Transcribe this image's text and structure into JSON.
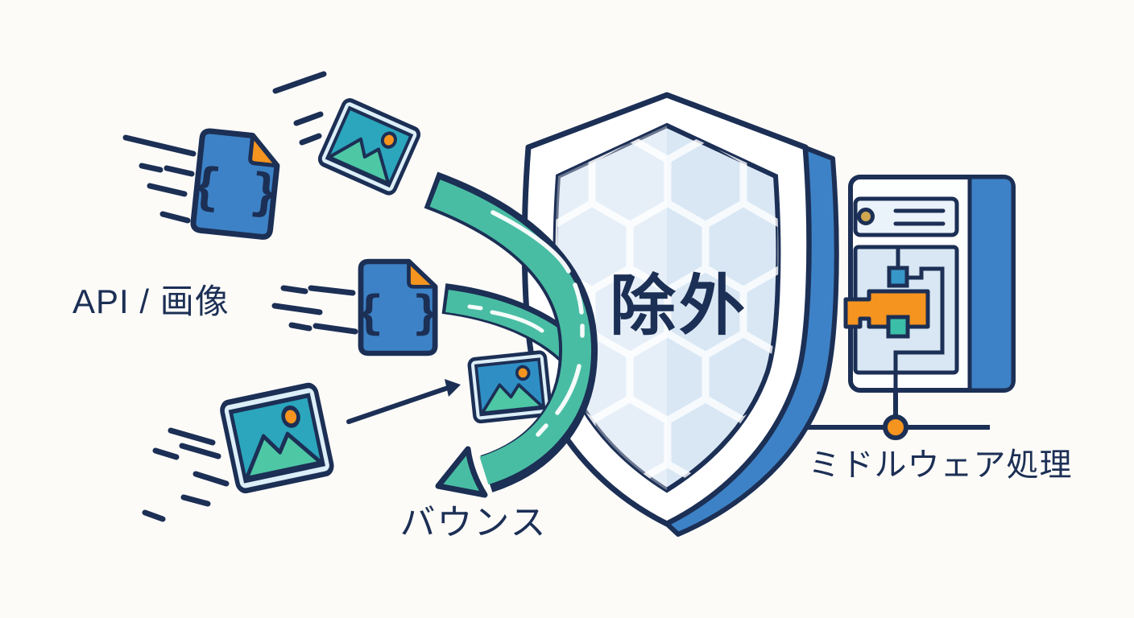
{
  "labels": {
    "source": "API / 画像",
    "shield": "除外",
    "bounce": "バウンス",
    "middleware": "ミドルウェア処理"
  },
  "icons": {
    "json_file_braces": "{ }"
  },
  "colors": {
    "navy": "#1c2f55",
    "blue": "#3d82c6",
    "teal": "#49bda3",
    "orange": "#f5941f",
    "gold": "#d0a64e",
    "frame": "#dceef7",
    "photo_teal": "#2ba6bd",
    "photo_blue": "#2f8fc5",
    "mountain": "#4ec7a5",
    "shield_inner": "#d9e7f4",
    "header_fill": "#eaf2fa",
    "blue_square": "#3797c9",
    "teal_square": "#3bbfa9",
    "background": "#fcfbf8"
  }
}
